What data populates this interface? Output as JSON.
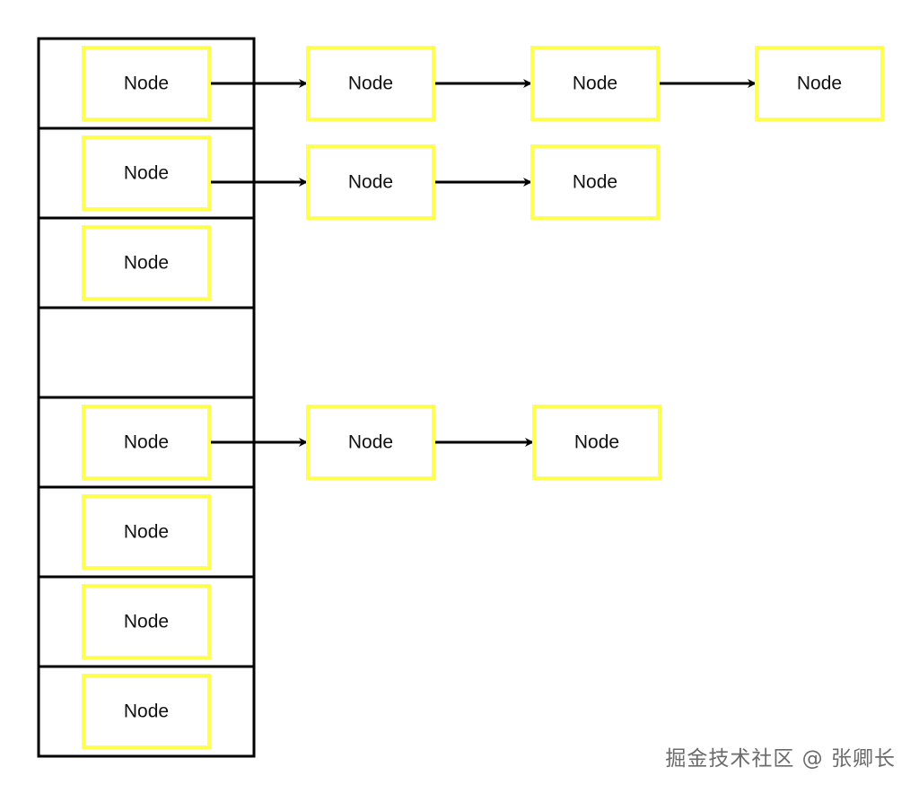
{
  "colors": {
    "node_border": "#ffff4d",
    "bucket_border": "#000000",
    "arrow": "#000000"
  },
  "diagram": {
    "buckets": [
      {
        "chain": [
          "Node",
          "Node",
          "Node",
          "Node"
        ]
      },
      {
        "chain": [
          "Node",
          "Node",
          "Node"
        ]
      },
      {
        "chain": [
          "Node"
        ]
      },
      {
        "chain": []
      },
      {
        "chain": [
          "Node",
          "Node",
          "Node"
        ]
      },
      {
        "chain": [
          "Node"
        ]
      },
      {
        "chain": [
          "Node"
        ]
      },
      {
        "chain": [
          "Node"
        ]
      }
    ]
  },
  "watermark": "掘金技术社区 @ 张卿长"
}
